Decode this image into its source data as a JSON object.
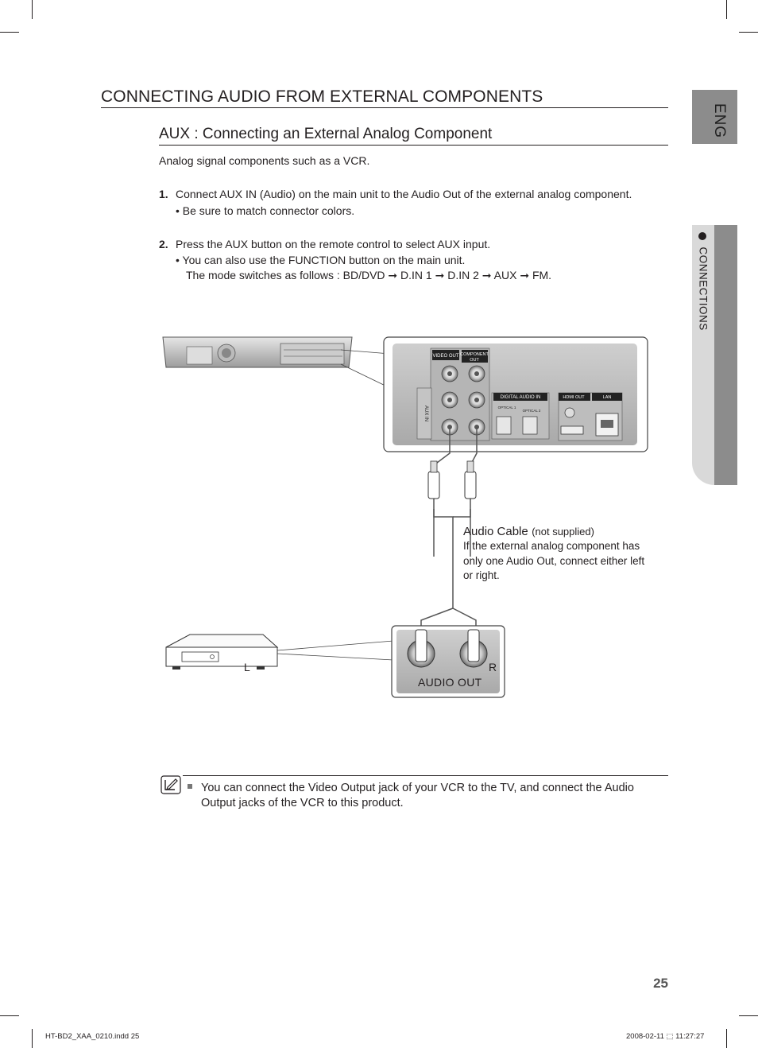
{
  "section": {
    "title": "CONNECTING AUDIO FROM EXTERNAL COMPONENTS",
    "subtitle": "AUX : Connecting an External Analog Component",
    "intro": "Analog signal components such as a VCR."
  },
  "side_tabs": {
    "language": "ENG",
    "chapter": "CONNECTIONS"
  },
  "steps": [
    {
      "number": "1.",
      "text": "Connect AUX IN (Audio) on the main unit to the Audio Out of the external analog component.",
      "bullet": "• Be sure to match connector colors."
    },
    {
      "number": "2.",
      "text_pre": "Press the ",
      "text_aux1": "AUX",
      "text_mid": " button on the remote control to select ",
      "text_aux2": "AUX",
      "text_post": " input.",
      "bullet_pre": "• You can also use the ",
      "bullet_function": "FUNCTION",
      "bullet_post": " button on the main unit.",
      "mode_pre": "The mode switches as follows : ",
      "mode_sequence": "BD/DVD ➞ D.IN 1 ➞ D.IN 2 ➞ AUX ➞ FM",
      "mode_end": "."
    }
  ],
  "diagram": {
    "panel_labels": {
      "video_out": "VIDEO OUT",
      "component_out": "COMPONENT OUT",
      "aux_in": "AUX IN",
      "digital_audio_in": "DIGITAL AUDIO IN",
      "optical1": "OPTICAL 1",
      "optical2": "OPTICAL 2",
      "hdmi_out": "HDMI OUT",
      "lan": "LAN"
    },
    "cable_caption_title": "Audio Cable",
    "cable_caption_note": "(not supplied)",
    "cable_caption_body": "If the external analog component has only one Audio Out, connect either left or right.",
    "audio_out_label": "AUDIO OUT",
    "left_label": "L",
    "right_label": "R"
  },
  "note": {
    "icon": "note-pencil-icon",
    "text": "You can connect the Video Output jack of your VCR to the TV, and connect the Audio Output jacks of the VCR to this product."
  },
  "page_number": "25",
  "footer": {
    "file": "HT-BD2_XAA_0210.indd   25",
    "timestamp": "2008-02-11   ⬚ 11:27:27"
  }
}
